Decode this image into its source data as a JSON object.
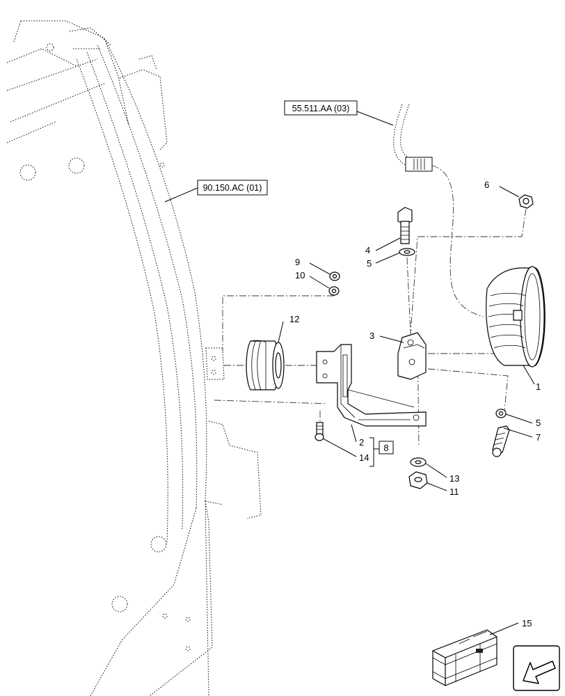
{
  "diagram": {
    "references": [
      {
        "id": "ref-55",
        "text": "55.511.AA (03)"
      },
      {
        "id": "ref-90",
        "text": "90.150.AC (01)"
      }
    ],
    "callouts": [
      {
        "id": "c1",
        "text": "1"
      },
      {
        "id": "c2",
        "text": "2"
      },
      {
        "id": "c3",
        "text": "3"
      },
      {
        "id": "c4",
        "text": "4"
      },
      {
        "id": "c5a",
        "text": "5"
      },
      {
        "id": "c5b",
        "text": "5"
      },
      {
        "id": "c6",
        "text": "6"
      },
      {
        "id": "c7",
        "text": "7"
      },
      {
        "id": "c8",
        "text": "8"
      },
      {
        "id": "c9",
        "text": "9"
      },
      {
        "id": "c10",
        "text": "10"
      },
      {
        "id": "c11",
        "text": "11"
      },
      {
        "id": "c12",
        "text": "12"
      },
      {
        "id": "c13",
        "text": "13"
      },
      {
        "id": "c14",
        "text": "14"
      },
      {
        "id": "c15",
        "text": "15"
      }
    ]
  },
  "nav": {
    "icon": "arrow-bottom-left-icon"
  }
}
